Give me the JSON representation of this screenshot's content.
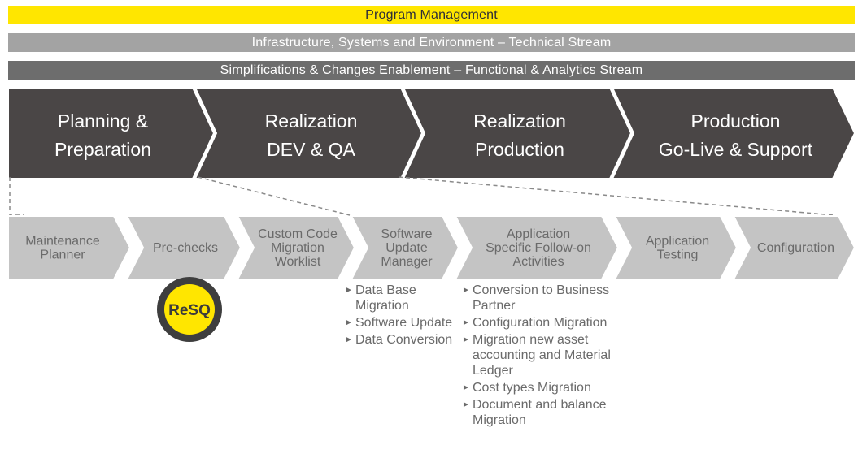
{
  "bars": {
    "program_management": "Program Management",
    "infrastructure": "Infrastructure, Systems and Environment – Technical Stream",
    "simplifications": "Simplifications & Changes Enablement – Functional & Analytics Stream"
  },
  "phases": [
    {
      "lines": [
        "Planning &",
        "Preparation"
      ]
    },
    {
      "lines": [
        "Realization",
        "DEV & QA"
      ]
    },
    {
      "lines": [
        "Realization",
        "Production"
      ]
    },
    {
      "lines": [
        "Production",
        "Go-Live & Support"
      ]
    }
  ],
  "steps": [
    {
      "lines": [
        "Maintenance",
        "Planner"
      ]
    },
    {
      "lines": [
        "Pre-checks"
      ]
    },
    {
      "lines": [
        "Custom Code",
        "Migration",
        "Worklist"
      ]
    },
    {
      "lines": [
        "Software",
        "Update",
        "Manager"
      ]
    },
    {
      "lines": [
        "Application",
        "Specific Follow-on",
        "Activities"
      ]
    },
    {
      "lines": [
        "Application",
        "Testing"
      ]
    },
    {
      "lines": [
        "Configuration"
      ]
    }
  ],
  "badge": {
    "label": "ReSQ"
  },
  "sum_list": [
    "Data Base Migration",
    "Software Update",
    "Data Conversion"
  ],
  "followon_list": [
    "Conversion to Business Partner",
    "Configuration Migration",
    "Migration new asset accounting and Material Ledger",
    "Cost types Migration",
    "Document and balance Migration"
  ],
  "colors": {
    "yellow": "#ffe600",
    "phase_dark": "#4a4646",
    "step_gray": "#c4c4c4",
    "bar_light": "#a3a3a3",
    "bar_dark": "#6d6d6d",
    "text_gray": "#6a6a6a"
  }
}
